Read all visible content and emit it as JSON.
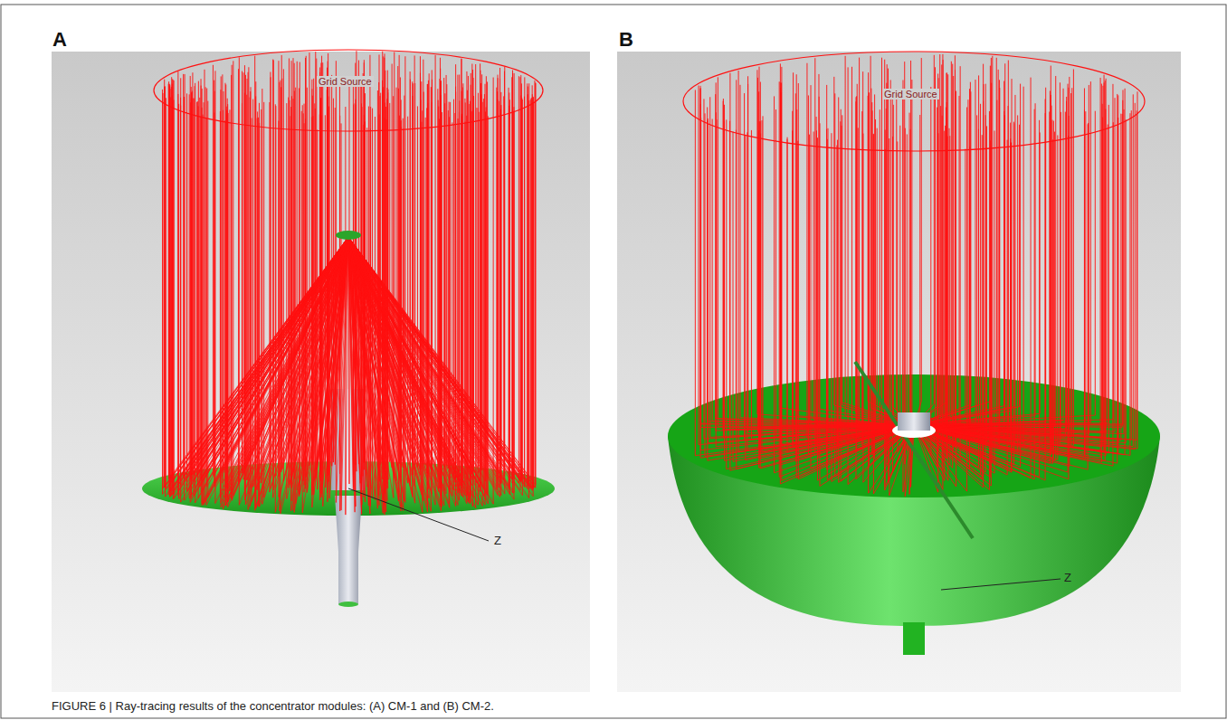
{
  "diagram": {
    "caption": "FIGURE 6 | Ray-tracing results of the concentrator modules: (A) CM-1 and (B) CM-2.",
    "labels": [
      "A",
      "B",
      "Grid Source",
      "Z",
      "Grid Source",
      "Z"
    ]
  }
}
